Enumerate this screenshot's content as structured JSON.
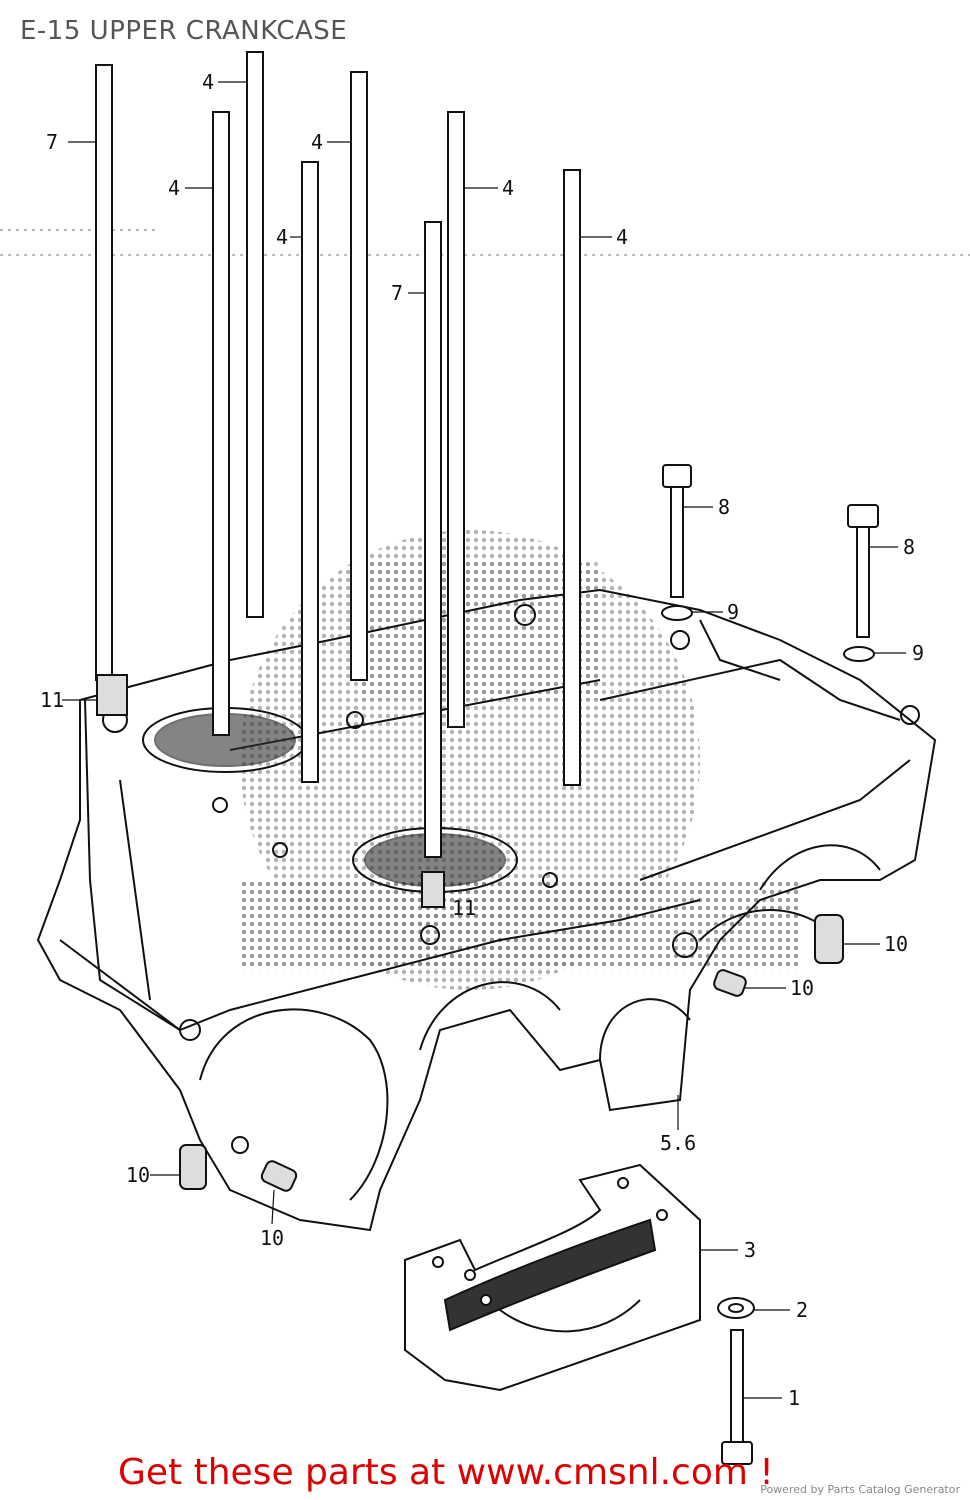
{
  "diagram": {
    "title": "E-15 UPPER CRANKCASE"
  },
  "callouts": {
    "c1": "1",
    "c2": "2",
    "c3": "3",
    "c4a": "4",
    "c4b": "4",
    "c4c": "4",
    "c4d": "4",
    "c4e": "4",
    "c4f": "4",
    "c56": "5.6",
    "c7a": "7",
    "c7b": "7",
    "c8a": "8",
    "c8b": "8",
    "c9a": "9",
    "c9b": "9",
    "c10a": "10",
    "c10b": "10",
    "c10c": "10",
    "c10d": "10",
    "c11a": "11",
    "c11b": "11"
  },
  "footer": {
    "banner": "Get these parts at www.cmsnl.com !",
    "credit": "Powered by Parts Catalog Generator"
  },
  "colors": {
    "line": "#111111",
    "banner": "#dd0000",
    "watermark": "#555555"
  }
}
